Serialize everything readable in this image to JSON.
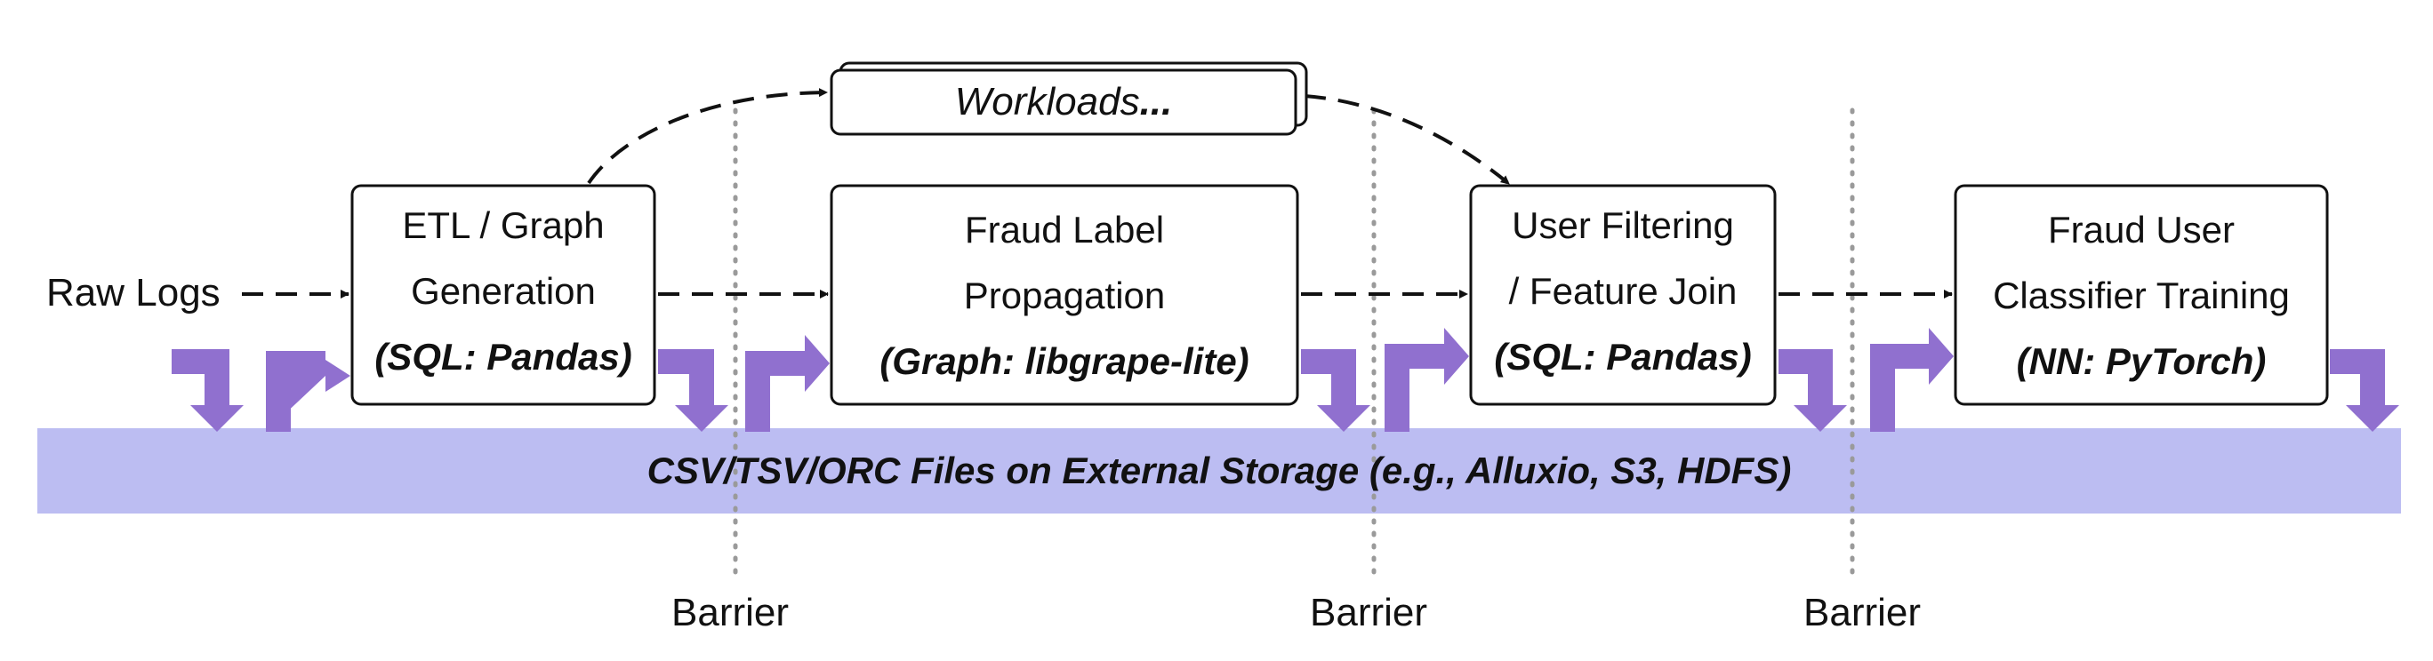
{
  "raw_logs": "Raw Logs",
  "workloads": {
    "label": "Workloads",
    "suffix": "..."
  },
  "stages": [
    {
      "line1": "ETL / Graph",
      "line2": "Generation",
      "engine": "(SQL: Pandas)"
    },
    {
      "line1": "Fraud Label",
      "line2": "Propagation",
      "engine": "(Graph: libgrape-lite)"
    },
    {
      "line1": "User Filtering",
      "line2": "/ Feature Join",
      "engine": "(SQL: Pandas)"
    },
    {
      "line1": "Fraud User",
      "line2": "Classifier Training",
      "engine": "(NN: PyTorch)"
    }
  ],
  "storage": "CSV/TSV/ORC Files on External Storage (e.g., Alluxio, S3, HDFS)",
  "barriers": [
    "Barrier",
    "Barrier",
    "Barrier"
  ],
  "colors": {
    "storage_fill": "#bcbdf2",
    "arrow_purple": "#9070cf",
    "barrier_dots": "#9a9a9a",
    "box_border": "#111111"
  }
}
